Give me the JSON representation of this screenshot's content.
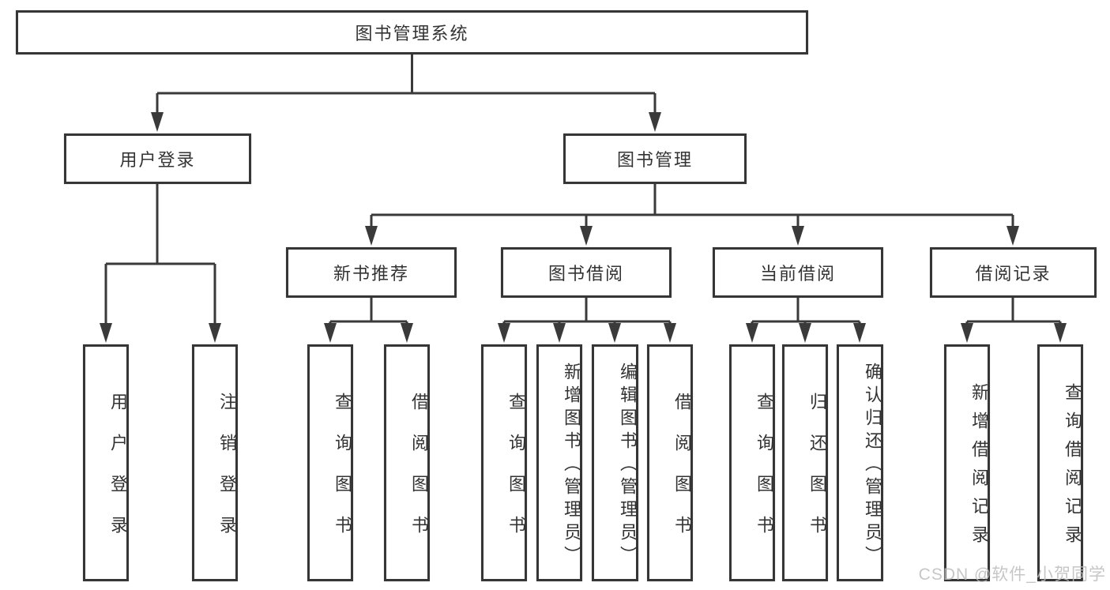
{
  "diagram": {
    "root": {
      "label": "图书管理系统"
    },
    "level2": [
      {
        "id": "user-login",
        "label": "用户登录"
      },
      {
        "id": "book-management",
        "label": "图书管理"
      }
    ],
    "level3": [
      {
        "id": "new-book-recommend",
        "label": "新书推荐"
      },
      {
        "id": "book-borrowing",
        "label": "图书借阅"
      },
      {
        "id": "current-borrowing",
        "label": "当前借阅"
      },
      {
        "id": "borrowing-records",
        "label": "借阅记录"
      }
    ],
    "leaves": [
      {
        "id": "user-login-leaf",
        "label": "用户登录"
      },
      {
        "id": "logout",
        "label": "注销登录"
      },
      {
        "id": "query-books-recommend",
        "label": "查询图书"
      },
      {
        "id": "borrow-books-recommend",
        "label": "借阅图书"
      },
      {
        "id": "query-books-borrowing",
        "label": "查询图书"
      },
      {
        "id": "add-books-admin",
        "label": "新增图书（管理员）"
      },
      {
        "id": "edit-books-admin",
        "label": "编辑图书（管理员）"
      },
      {
        "id": "borrow-books-borrowing",
        "label": "借阅图书"
      },
      {
        "id": "query-books-current",
        "label": "查询图书"
      },
      {
        "id": "return-books",
        "label": "归还图书"
      },
      {
        "id": "confirm-return-admin",
        "label": "确认归还（管理员）"
      },
      {
        "id": "add-borrow-record",
        "label": "新增借阅记录"
      },
      {
        "id": "query-borrow-record",
        "label": "查询借阅记录"
      }
    ]
  },
  "watermark": {
    "text": "CSDN @软件_小贺同学"
  },
  "colors": {
    "line": "#3a3a3a",
    "text": "#333333",
    "box_background": "#ffffff",
    "watermark": "#bdbdbd"
  }
}
